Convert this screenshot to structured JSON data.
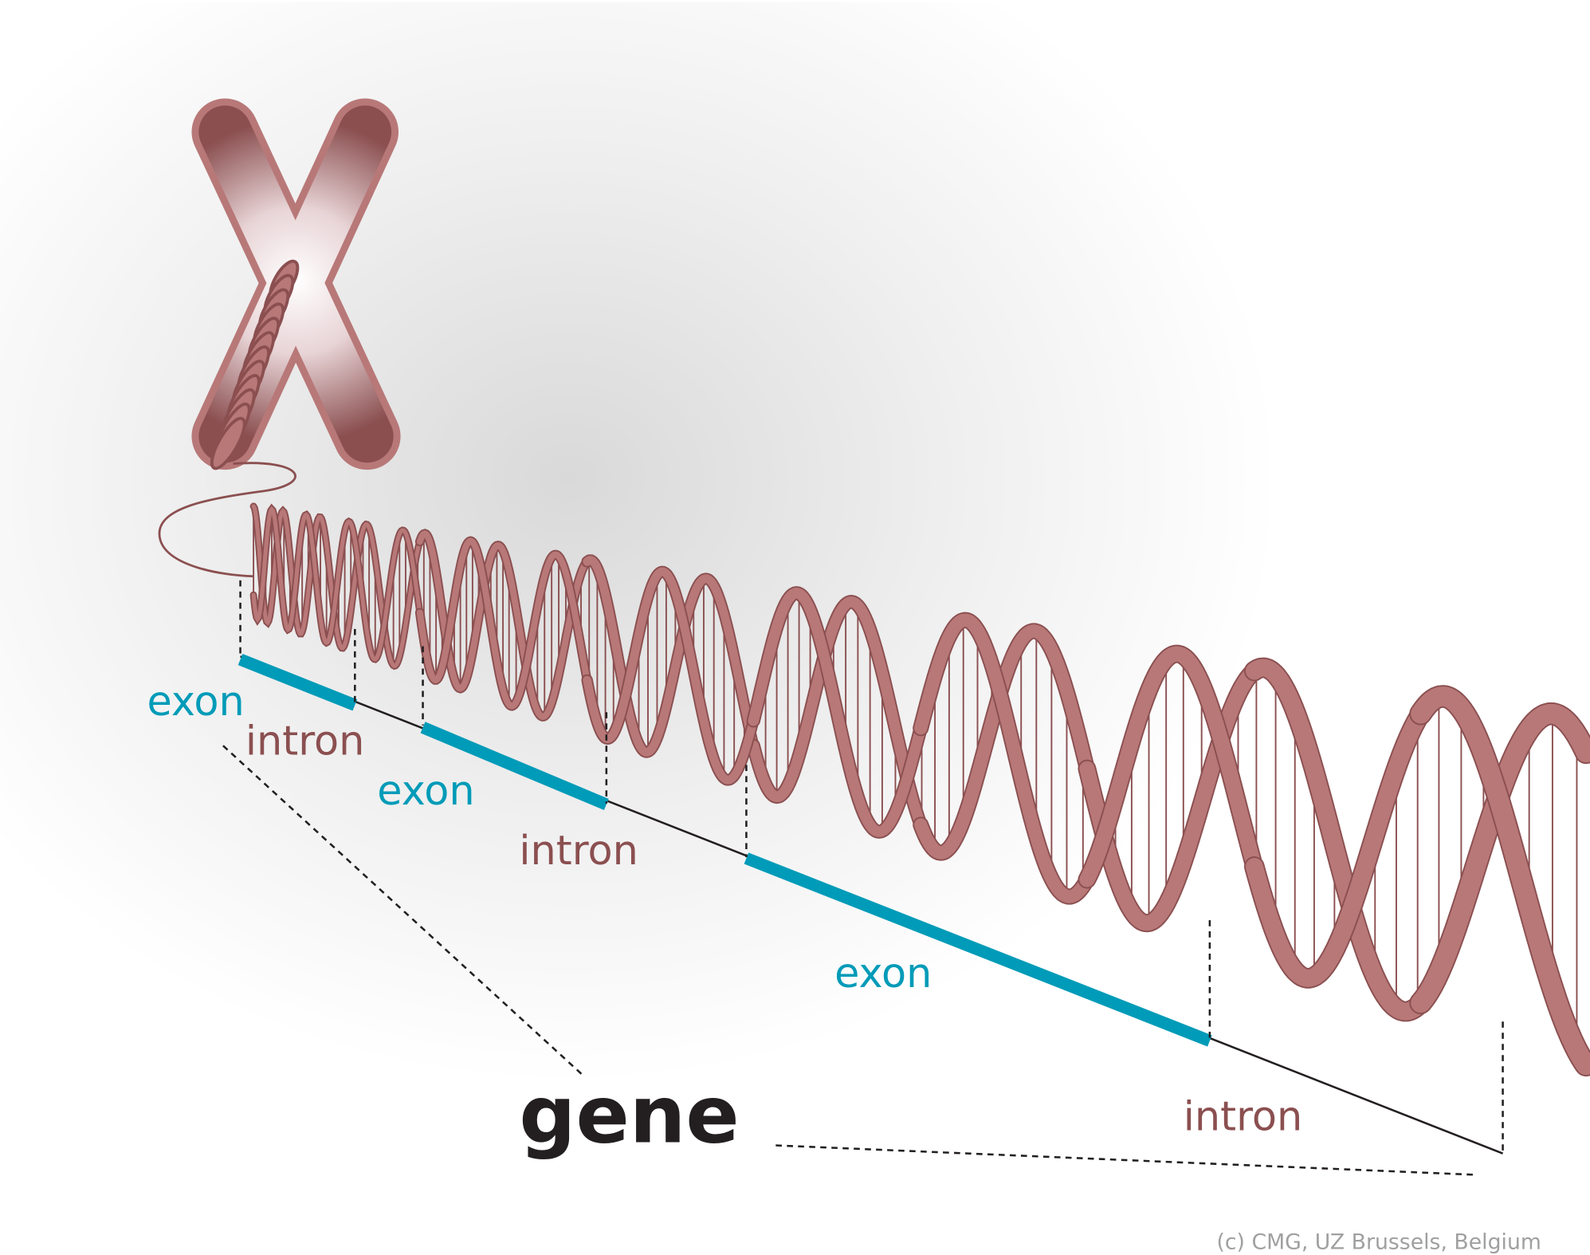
{
  "labels": {
    "exon_1": "exon",
    "intron_1": "intron",
    "exon_2": "exon",
    "intron_2": "intron",
    "exon_3": "exon",
    "intron_3": "intron",
    "gene": "gene"
  },
  "copyright": "(c) CMG, UZ Brussels, Belgium",
  "colors": {
    "exon": "#009bb8",
    "intron": "#8b4f50",
    "dna": "#b87878",
    "dna_outline": "#8b4f50",
    "gene_text": "#231f20",
    "copyright": "#a0a0a0"
  }
}
